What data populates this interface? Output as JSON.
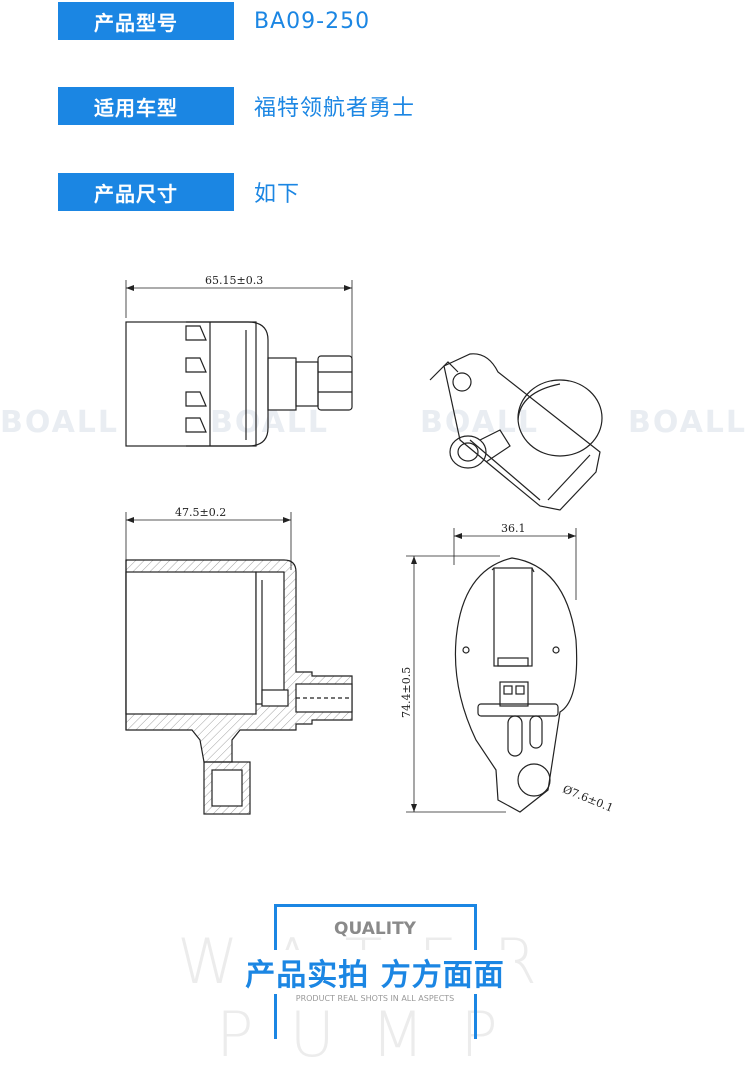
{
  "specs": [
    {
      "label": "产品型号",
      "value": "BA09-250"
    },
    {
      "label": "适用车型",
      "value": "福特领航者勇士"
    },
    {
      "label": "产品尺寸",
      "value": "如下"
    }
  ],
  "dimensions": {
    "top_width": "65.15±0.3",
    "side_width": "47.5±0.2",
    "front_width": "36.1",
    "front_height": "74.4±0.5",
    "hole_diameter": "Ø7.6±0.1"
  },
  "watermark": "BOALL",
  "quality": {
    "badge": "QUALITY",
    "ghost_text": "WATER PUMP",
    "title": "产品实拍 方方面面",
    "subtitle": "PRODUCT REAL SHOTS IN ALL ASPECTS"
  },
  "colors": {
    "accent": "#1b86e3"
  }
}
